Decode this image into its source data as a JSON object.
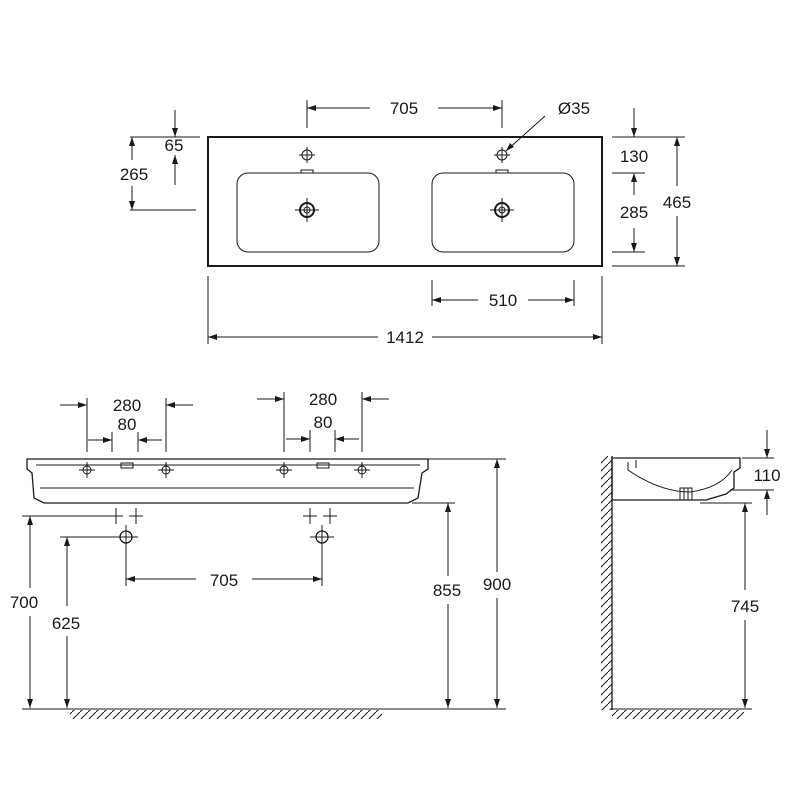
{
  "drawing": {
    "colors": {
      "line": "#1a1a1a",
      "background": "#ffffff"
    },
    "top_view": {
      "tap_spacing": "705",
      "hole_diameter": "Ø35",
      "edge_to_tap_hole": "65",
      "edge_to_drain": "265",
      "bowl_inset": "130",
      "bowl_depth": "285",
      "total_depth": "465",
      "bowl_width": "510",
      "total_width": "1412"
    },
    "front_view": {
      "left_outer": "280",
      "left_inner": "80",
      "right_outer": "280",
      "right_inner": "80",
      "drain_spacing": "705",
      "waste_height": "700",
      "drain_height": "625",
      "underside_height": "855",
      "top_height": "900"
    },
    "side_view": {
      "basin_height": "110",
      "bracket_height": "745"
    }
  }
}
